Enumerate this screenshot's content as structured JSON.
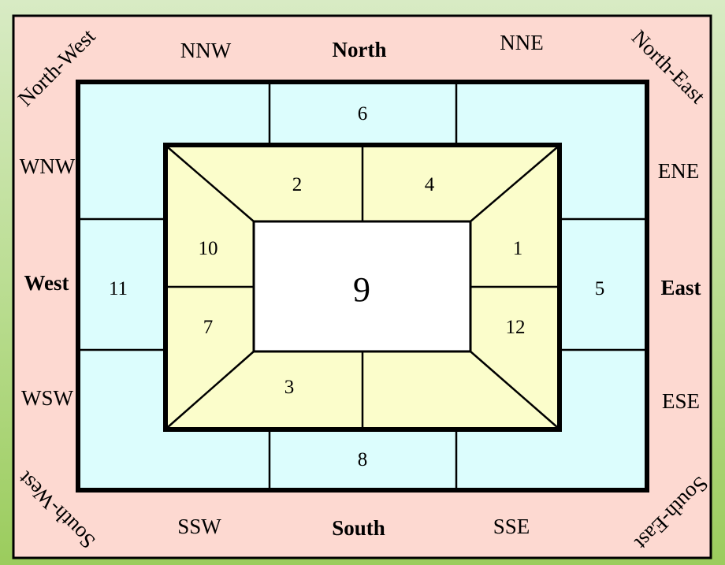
{
  "colors": {
    "outer_band": "#fdd9d1",
    "middle_ring": "#dcfdfd",
    "inner_ring": "#fbfdcb",
    "center": "#ffffff",
    "lines": "#000000"
  },
  "directions": {
    "north": "North",
    "south": "South",
    "east": "East",
    "west": "West",
    "nnw": "NNW",
    "nne": "NNE",
    "ssw": "SSW",
    "sse": "SSE",
    "wnw": "WNW",
    "wsw": "WSW",
    "ene": "ENE",
    "ese": "ESE",
    "north_west": "North-West",
    "north_east": "North-East",
    "south_west": "South-West",
    "south_east": "South-East"
  },
  "cells": {
    "center": "9",
    "top_middle": "6",
    "bottom_middle": "8",
    "left_middle": "11",
    "right_middle": "5",
    "inner_top_left": "2",
    "inner_top_right": "4",
    "inner_left_top": "10",
    "inner_left_bottom": "7",
    "inner_right_top": "1",
    "inner_right_bottom": "12",
    "inner_bottom_left": "3"
  }
}
